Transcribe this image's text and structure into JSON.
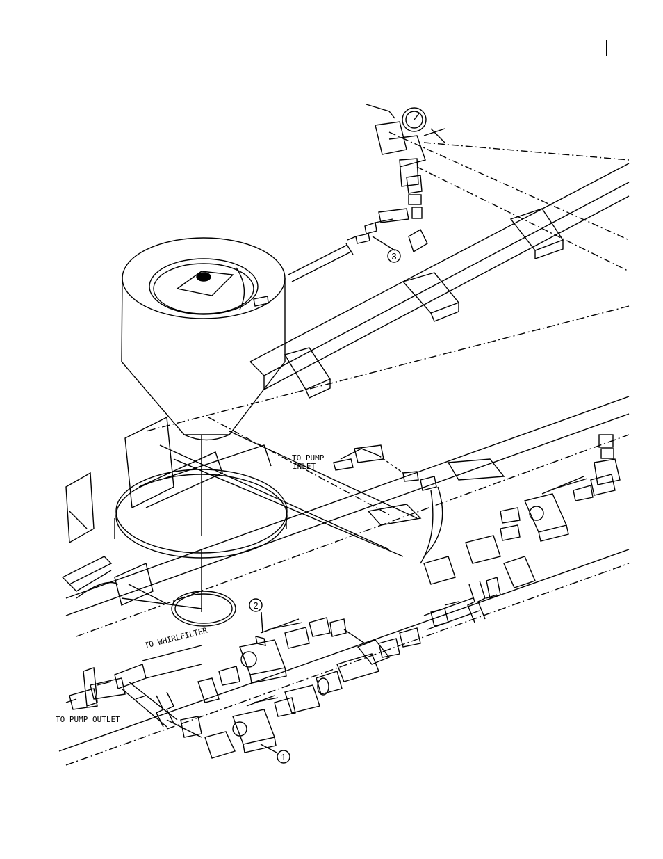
{
  "labels": {
    "to_pump_inlet_line1": "TO PUMP",
    "to_pump_inlet_line2": "INLET",
    "to_whirlfilter": "TO WHIRLFILTER",
    "to_pump_outlet": "TO PUMP OUTLET"
  },
  "callouts": [
    "1",
    "2",
    "3"
  ]
}
